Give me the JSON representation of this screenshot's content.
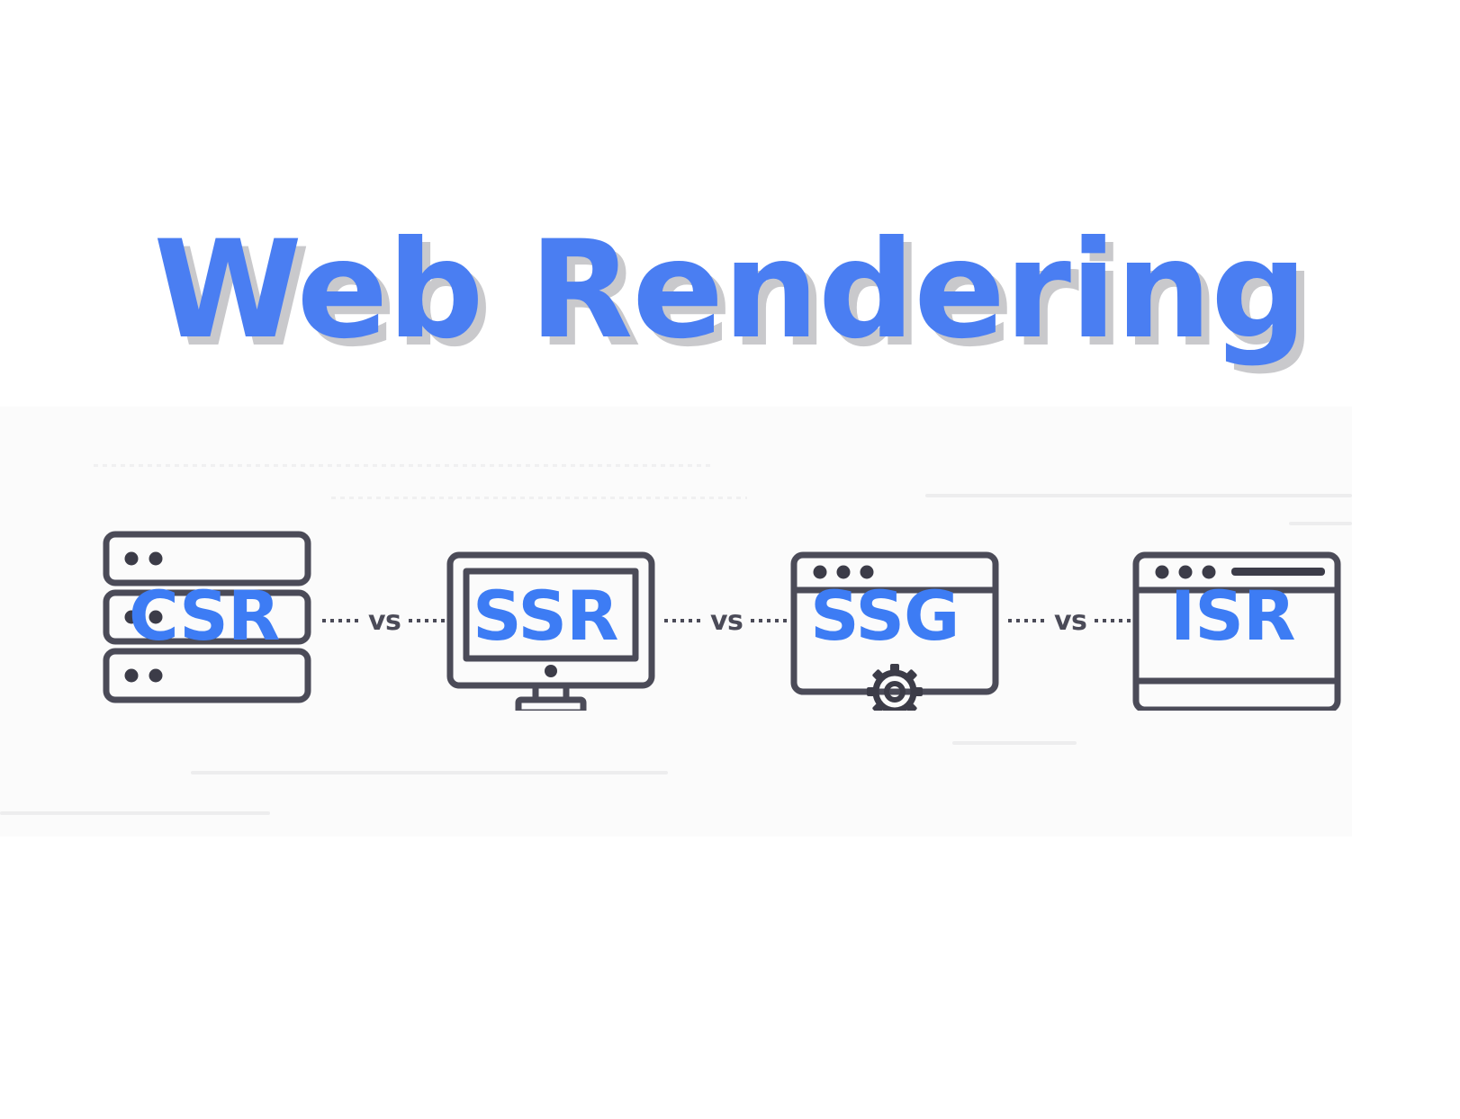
{
  "page": {
    "title": "Web Rendering",
    "title_color": "#4a7ef2",
    "title_shadow_color": "#c9c9cc",
    "background_color": "#ffffff",
    "panel_color": "#fbfbfb",
    "accent_blue": "#3d7cf4",
    "outline_dark": "#4b4b58"
  },
  "diagram": {
    "type": "comparison-row",
    "nodes": [
      {
        "id": "csr",
        "label": "CSR",
        "icon": "server-rack-icon",
        "icon_description": "Three stacked server units each with two status dots"
      },
      {
        "id": "ssr",
        "label": "SSR",
        "icon": "desktop-monitor-icon",
        "icon_description": "Desktop monitor with screen, power dot, neck and base"
      },
      {
        "id": "ssg",
        "label": "SSG",
        "icon": "browser-window-gear-icon",
        "icon_description": "Browser window with three title-bar dots and a gear on the bottom edge"
      },
      {
        "id": "isr",
        "label": "ISR",
        "icon": "browser-window-addressbar-icon",
        "icon_description": "Browser window with three title-bar dots, address bar and footer bar"
      }
    ],
    "separators": [
      {
        "id": "sep-csr-ssr",
        "label": "vs"
      },
      {
        "id": "sep-ssr-ssg",
        "label": "vs"
      },
      {
        "id": "sep-ssg-isr",
        "label": "vs"
      }
    ]
  }
}
